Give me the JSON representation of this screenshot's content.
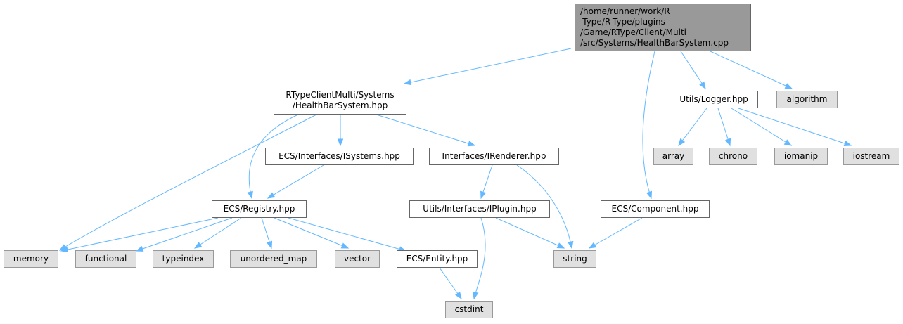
{
  "graph": {
    "nodes": {
      "root": "/home/runner/work/R\n-Type/R-Type/plugins\n/Game/RType/Client/Multi\n/src/Systems/HealthBarSystem.cpp",
      "healthbar_hpp": "RTypeClientMulti/Systems\n/HealthBarSystem.hpp",
      "logger": "Utils/Logger.hpp",
      "algorithm": "algorithm",
      "isystems": "ECS/Interfaces/ISystems.hpp",
      "irenderer": "Interfaces/IRenderer.hpp",
      "array": "array",
      "chrono": "chrono",
      "iomanip": "iomanip",
      "iostream": "iostream",
      "registry": "ECS/Registry.hpp",
      "iplugin": "Utils/Interfaces/IPlugin.hpp",
      "component": "ECS/Component.hpp",
      "memory": "memory",
      "functional": "functional",
      "typeindex": "typeindex",
      "unordered_map": "unordered_map",
      "vector": "vector",
      "entity": "ECS/Entity.hpp",
      "string": "string",
      "cstdint": "cstdint"
    },
    "colors": {
      "edge": "#63b8ff",
      "root_fill": "#999999",
      "external_fill": "#e0e0e0",
      "node_border": "#666666"
    }
  }
}
